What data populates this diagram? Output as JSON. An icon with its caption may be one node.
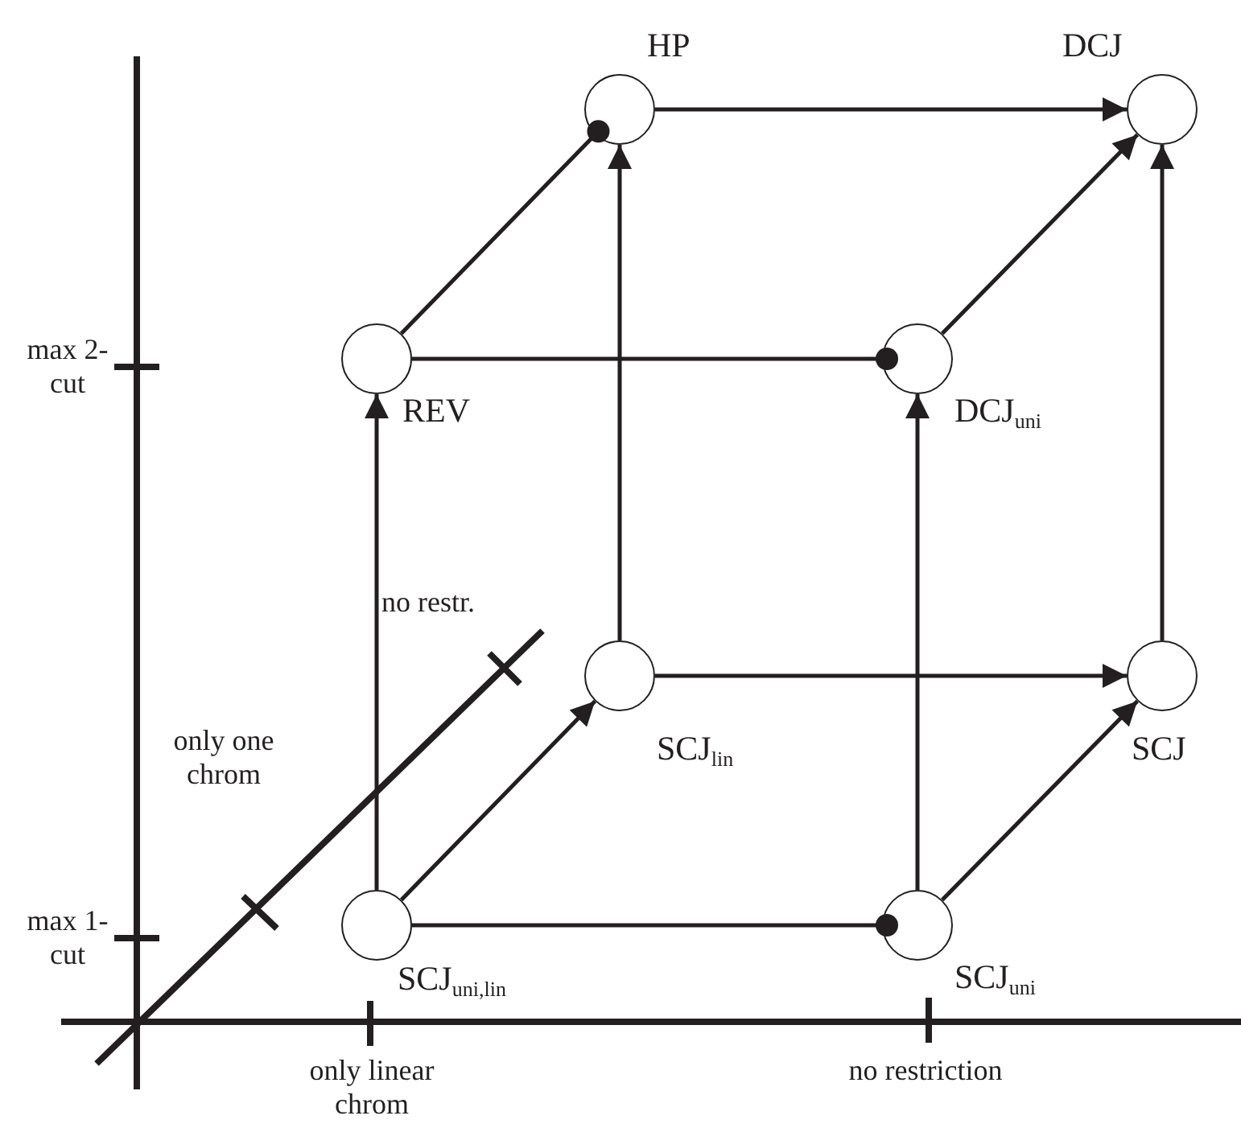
{
  "diagram": {
    "nodes": [
      {
        "text": [],
        "shape": "circle",
        "beside": [
          "HP"
        ]
      },
      {
        "text": [],
        "shape": "circle",
        "beside": [
          "DCJ"
        ]
      },
      {
        "text": [],
        "shape": "circle",
        "beside": [
          "REV"
        ]
      },
      {
        "text": [],
        "shape": "circle",
        "beside": [
          "DCJ$_{uni}$"
        ]
      },
      {
        "text": [],
        "shape": "circle",
        "beside": [
          "SCJ$_{lin}$"
        ]
      },
      {
        "text": [],
        "shape": "circle",
        "beside": [
          "SCJ"
        ]
      },
      {
        "text": [],
        "shape": "circle",
        "beside": [
          "SCJ$_{uni,lin}$"
        ]
      },
      {
        "text": [],
        "shape": "circle",
        "beside": [
          "SCJ$_{uni}$"
        ]
      }
    ],
    "edges": [
      {
        "from": 0,
        "to": 1,
        "arrow": "to"
      },
      {
        "from": 2,
        "to": 0,
        "arrow": "other"
      },
      {
        "from": 2,
        "to": 3,
        "arrow": "other"
      },
      {
        "from": 3,
        "to": 1,
        "arrow": "to"
      },
      {
        "from": 4,
        "to": 0,
        "arrow": "to"
      },
      {
        "from": 5,
        "to": 1,
        "arrow": "to"
      },
      {
        "from": 6,
        "to": 2,
        "arrow": "to"
      },
      {
        "from": 7,
        "to": 3,
        "arrow": "to"
      },
      {
        "from": 4,
        "to": 5,
        "arrow": "to"
      },
      {
        "from": 6,
        "to": 4,
        "arrow": "to"
      },
      {
        "from": 7,
        "to": 5,
        "arrow": "to"
      },
      {
        "from": 6,
        "to": 7,
        "arrow": "other"
      }
    ],
    "labels": [
      "max 2-cut",
      "no restr.",
      "only one chrom",
      "max 1-cut",
      "only linear chrom",
      "no restriction"
    ]
  }
}
